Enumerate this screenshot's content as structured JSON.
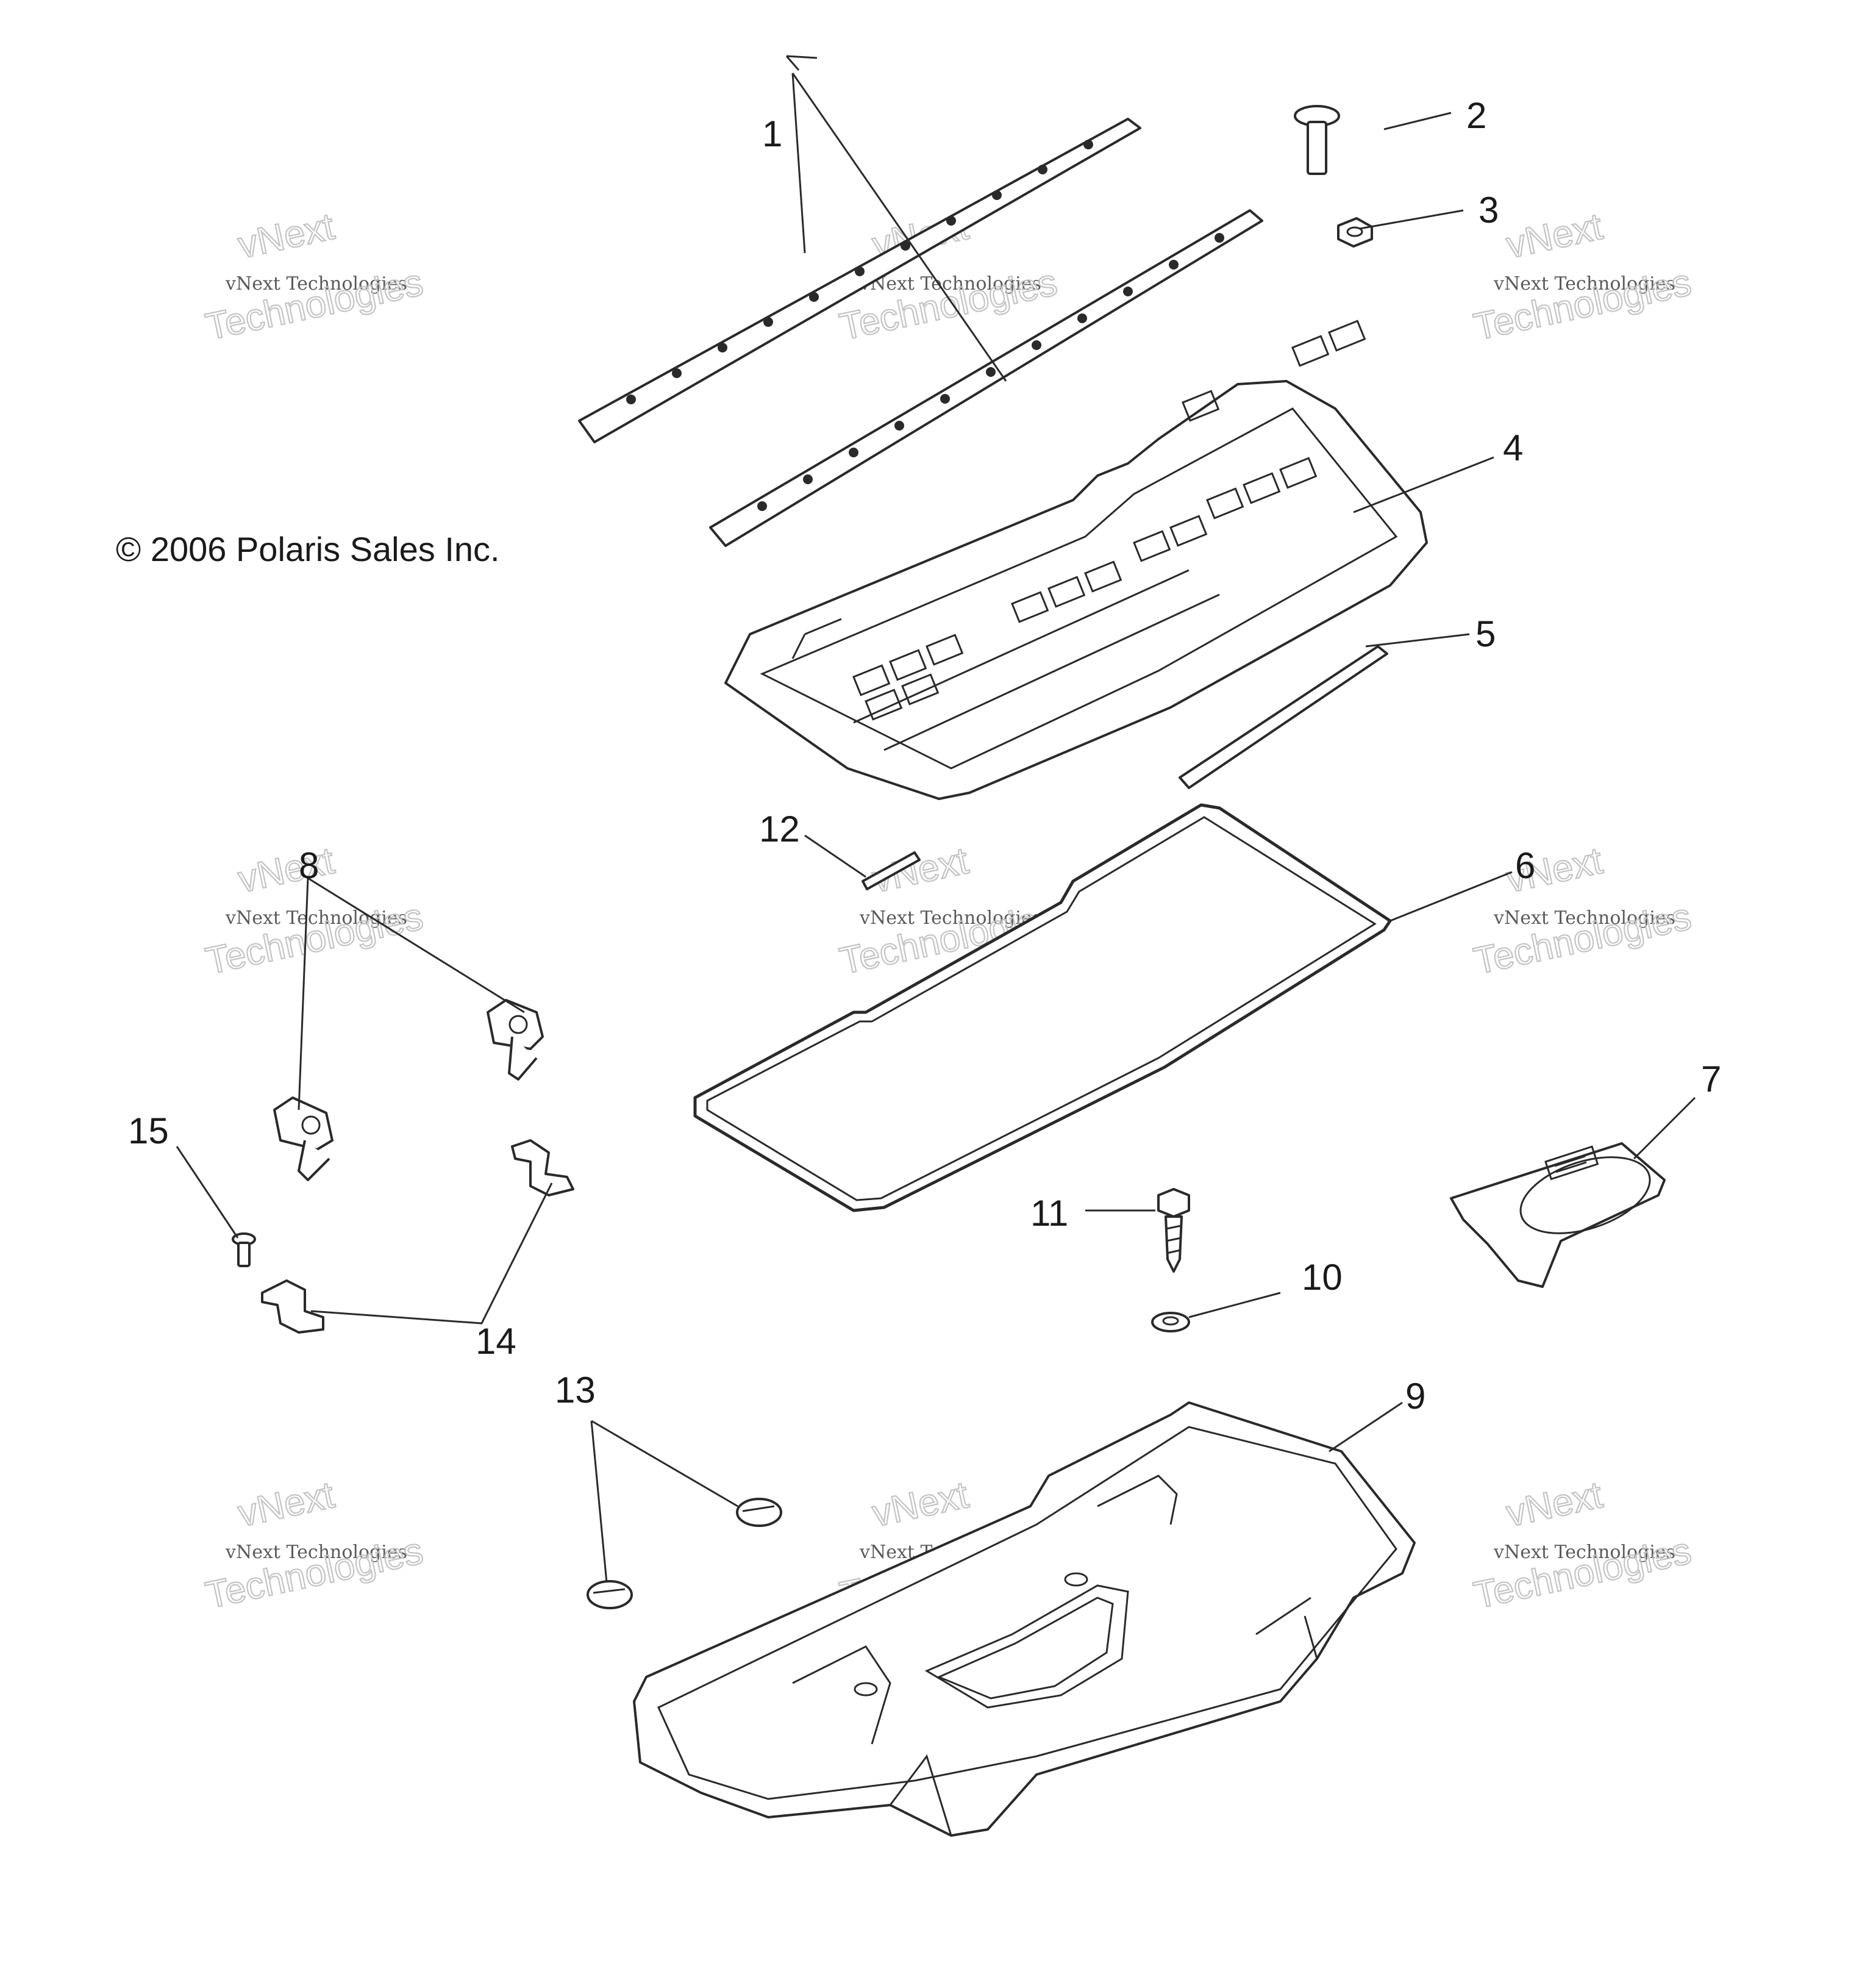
{
  "copyright": "© 2006 Polaris Sales Inc.",
  "callouts": [
    {
      "id": "1",
      "label": "1"
    },
    {
      "id": "2",
      "label": "2"
    },
    {
      "id": "3",
      "label": "3"
    },
    {
      "id": "4",
      "label": "4"
    },
    {
      "id": "5",
      "label": "5"
    },
    {
      "id": "6",
      "label": "6"
    },
    {
      "id": "7",
      "label": "7"
    },
    {
      "id": "8",
      "label": "8"
    },
    {
      "id": "9",
      "label": "9"
    },
    {
      "id": "10",
      "label": "10"
    },
    {
      "id": "11",
      "label": "11"
    },
    {
      "id": "12",
      "label": "12"
    },
    {
      "id": "13",
      "label": "13"
    },
    {
      "id": "14",
      "label": "14"
    },
    {
      "id": "15",
      "label": "15"
    }
  ],
  "watermark": {
    "company": "vNext",
    "line1": "vNext Technologies",
    "line2": "Technologies"
  }
}
